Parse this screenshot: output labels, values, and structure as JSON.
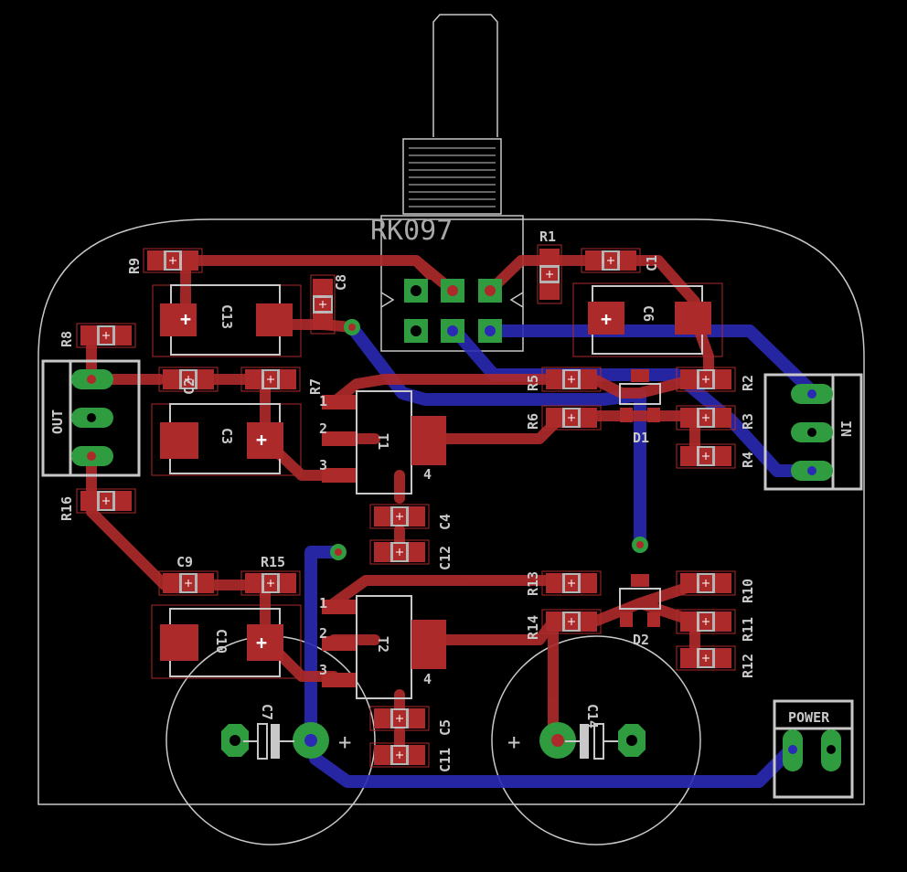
{
  "board": {
    "colors": {
      "background": "#000000",
      "outline": "#c8c8c8",
      "top_copper": "#ad2a2a",
      "bottom_copper": "#2a2ab4",
      "pad_green": "#2f9d3f",
      "smd_pad": "#ad2a2a",
      "silk": "#c8c8c8",
      "via": "#2f9d3f"
    },
    "potentiometer_label": "RK097",
    "connectors": {
      "out": "OUT",
      "in": "IN",
      "power": "POWER"
    },
    "labels": {
      "r1": "R1",
      "r2": "R2",
      "r3": "R3",
      "r4": "R4",
      "r5": "R5",
      "r6": "R6",
      "r7": "R7",
      "r8": "R8",
      "r9": "R9",
      "r10": "R10",
      "r11": "R11",
      "r12": "R12",
      "r13": "R13",
      "r14": "R14",
      "r15": "R15",
      "r16": "R16",
      "c1": "C1",
      "c2": "C2",
      "c3": "C3",
      "c4": "C4",
      "c5": "C5",
      "c6": "C6",
      "c7": "C7",
      "c8": "C8",
      "c9": "C9",
      "c10": "C10",
      "c11": "C11",
      "c12": "C12",
      "c13": "C13",
      "c14": "C14",
      "d1": "D1",
      "d2": "D2",
      "t1": "T1",
      "t2": "T2",
      "pin1": "1",
      "pin2": "2",
      "pin3": "3",
      "pin4": "4",
      "plus": "+"
    }
  }
}
